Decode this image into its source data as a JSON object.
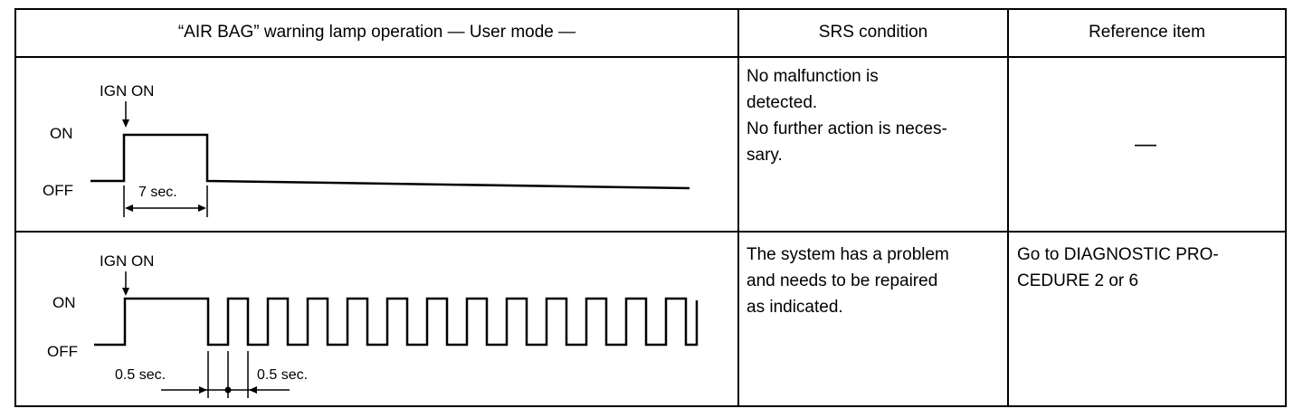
{
  "table": {
    "headers": {
      "col1": "“AIR BAG” warning lamp operation — User mode —",
      "col2": "SRS condition",
      "col3": "Reference item"
    },
    "rows": [
      {
        "diagram": {
          "event_label": "IGN ON",
          "on_label": "ON",
          "off_label": "OFF",
          "duration_label": "7 sec."
        },
        "srs_condition": "No malfunction is\ndetected.\nNo further action is neces-\nsary.",
        "reference_item": "—"
      },
      {
        "diagram": {
          "event_label": "IGN ON",
          "on_label": "ON",
          "off_label": "OFF",
          "interval_left_label": "0.5 sec.",
          "interval_right_label": "0.5 sec."
        },
        "srs_condition": "The system has a problem\nand needs to be repaired\nas indicated.",
        "reference_item": "Go to DIAGNOSTIC PRO-\nCEDURE 2 or 6"
      }
    ]
  }
}
